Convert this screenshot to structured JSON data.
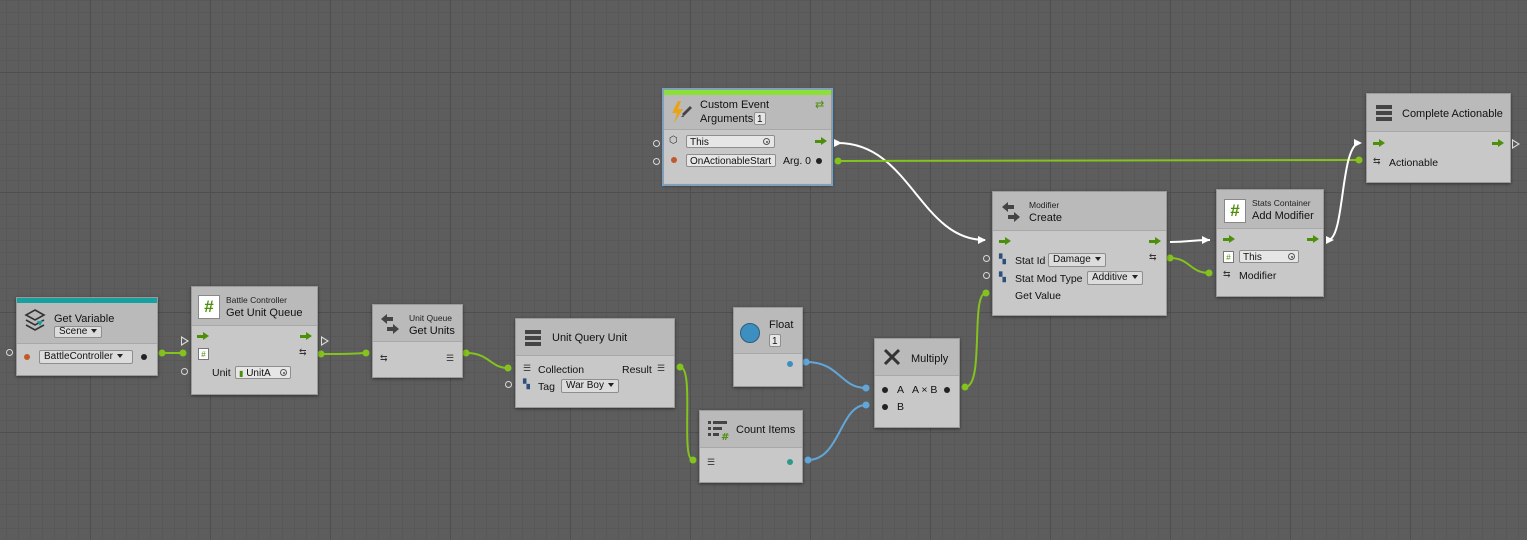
{
  "nodes": {
    "get_variable": {
      "title": "Get Variable",
      "kind": "Scene",
      "value": "BattleController"
    },
    "battle_controller": {
      "sub": "Battle Controller",
      "title": "Get Unit Queue",
      "unit_label": "Unit",
      "unit_value": "UnitA"
    },
    "unit_queue": {
      "sub": "Unit Queue",
      "title": "Get Units"
    },
    "unit_query": {
      "title": "Unit Query Unit",
      "collection_label": "Collection",
      "result_label": "Result",
      "tag_label": "Tag",
      "tag_value": "War Boy"
    },
    "float": {
      "title": "Float",
      "value": "1"
    },
    "count_items": {
      "title": "Count Items"
    },
    "multiply": {
      "title": "Multiply",
      "a_label": "A",
      "b_label": "B",
      "out_label": "A × B"
    },
    "custom_event": {
      "title": "Custom Event",
      "args_label": "Arguments",
      "args_value": "1",
      "this_value": "This",
      "event_name": "OnActionableStart",
      "arg0_label": "Arg. 0"
    },
    "modifier": {
      "sub": "Modifier",
      "title": "Create",
      "stat_id_label": "Stat Id",
      "stat_id_value": "Damage",
      "stat_mod_label": "Stat Mod Type",
      "stat_mod_value": "Additive",
      "get_value_label": "Get Value"
    },
    "stats_container": {
      "sub": "Stats Container",
      "title": "Add Modifier",
      "this_value": "This",
      "modifier_label": "Modifier"
    },
    "complete": {
      "title": "Complete Actionable",
      "actionable_label": "Actionable"
    }
  },
  "colors": {
    "flow": "#4c8f0a",
    "object": "#7dc21b",
    "float": "#62a6d9",
    "accent_teal": "#17a0a0",
    "accent_green": "#8ce03a"
  }
}
